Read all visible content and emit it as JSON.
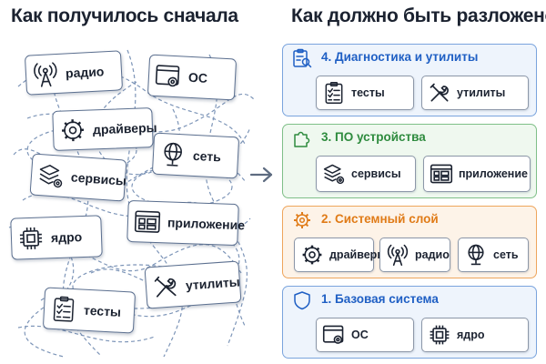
{
  "left_title": "Как получилось сначала",
  "right_title": "Как должно быть разложено",
  "scattered": {
    "radio": "радио",
    "os": "ОС",
    "drivers": "драйверы",
    "network": "сеть",
    "services": "сервисы",
    "kernel": "ядро",
    "app": "приложение",
    "utils": "утилиты",
    "tests": "тесты"
  },
  "layers": [
    {
      "title": "4. Диагностика и утилиты",
      "items": [
        "тесты",
        "утилиты"
      ],
      "color": "#1f5fc4"
    },
    {
      "title": "3. ПО устройства",
      "items": [
        "сервисы",
        "приложение"
      ],
      "color": "#2e8b3e"
    },
    {
      "title": "2. Системный слой",
      "items": [
        "драйверы",
        "радио",
        "сеть"
      ],
      "color": "#e07b17"
    },
    {
      "title": "1. Базовая система",
      "items": [
        "ОС",
        "ядро"
      ],
      "color": "#1f5fc4"
    }
  ]
}
